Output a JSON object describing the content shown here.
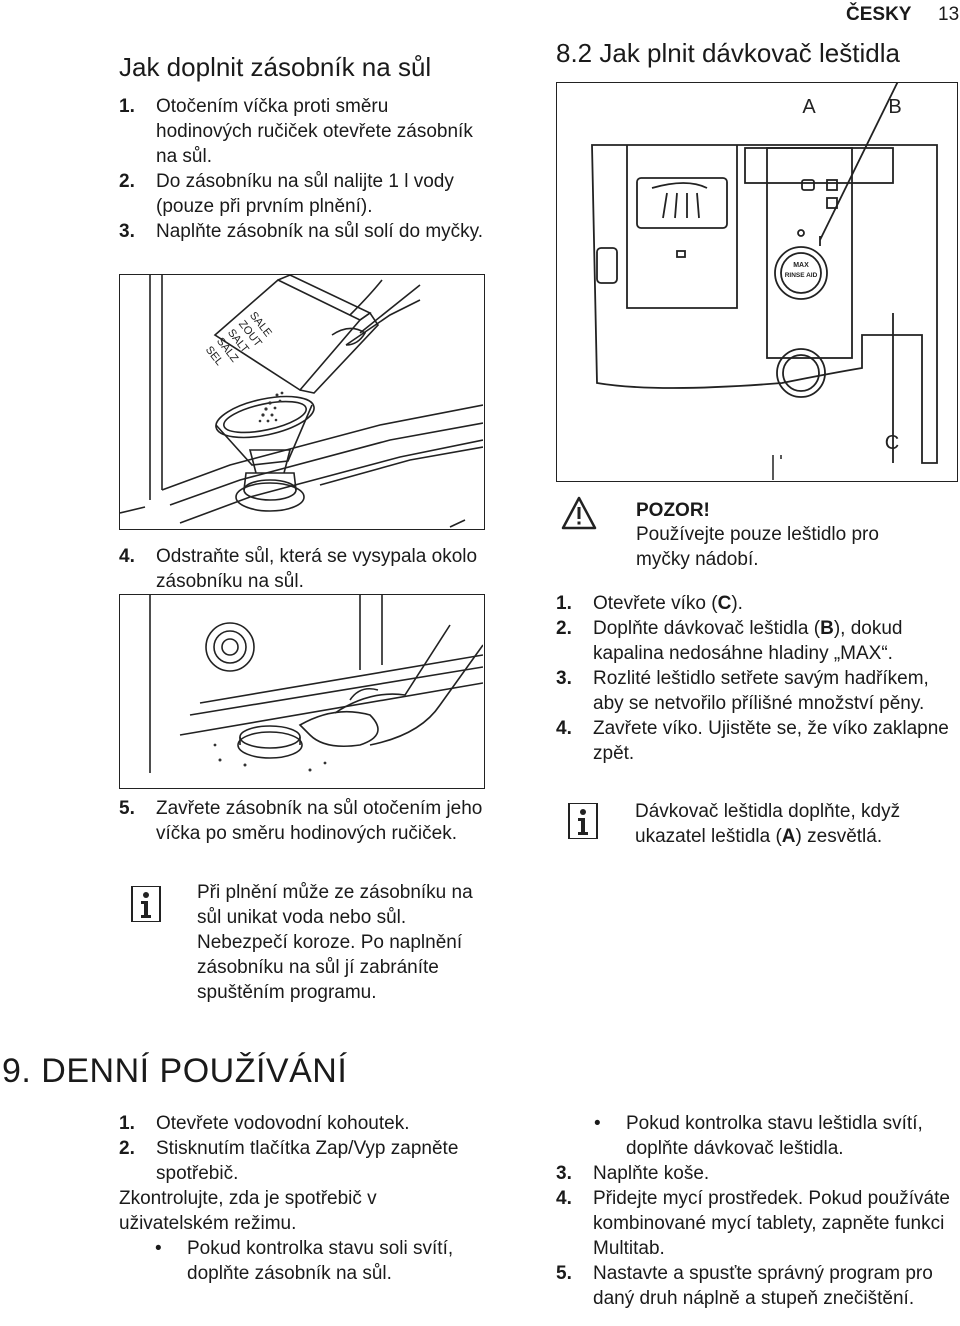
{
  "header": {
    "language": "ČESKY",
    "page_number": "13"
  },
  "salt": {
    "heading": "Jak doplnit zásobník na sůl",
    "steps": [
      {
        "num": "1.",
        "text": "Otočením víčka proti směru hodinových ručiček otevřete zásobník na sůl."
      },
      {
        "num": "2.",
        "text": "Do zásobníku na sůl nalijte 1 l vody (pouze při prvním plnění)."
      },
      {
        "num": "3.",
        "text": "Naplňte zásobník na sůl solí do myčky."
      },
      {
        "num": "4.",
        "text": "Odstraňte sůl, která se vysypala okolo zásobníku na sůl."
      },
      {
        "num": "5.",
        "text": "Zavřete zásobník na sůl otočením jeho víčka po směru hodinových ručiček."
      }
    ],
    "box_labels": [
      "SALE",
      "ZOUT",
      "SALT",
      "SALZ",
      "SEL"
    ],
    "info_note": "Při plnění může ze zásobníku na sůl unikat voda nebo sůl. Nebezpečí koroze. Po naplnění zásobníku na sůl jí zabráníte spuštěním programu."
  },
  "rinse": {
    "heading": "8.2 Jak plnit dávkovač leštidla",
    "figure_labels": {
      "a": "A",
      "b": "B",
      "c": "C",
      "max": "MAX",
      "rinse_aid": "RINSE AID"
    },
    "warning_title": "POZOR!",
    "warning_text": "Používejte pouze leštidlo pro myčky nádobí.",
    "steps": [
      {
        "num": "1.",
        "pre": "Otevřete víko (",
        "bold": "C",
        "post": ")."
      },
      {
        "num": "2.",
        "pre": "Doplňte dávkovač leštidla (",
        "bold": "B",
        "post": "), dokud kapalina nedosáhne hladiny „MAX“."
      },
      {
        "num": "3.",
        "pre": "Rozlité leštidlo setřete savým hadříkem, aby se netvořilo přílišné množství pěny.",
        "bold": "",
        "post": ""
      },
      {
        "num": "4.",
        "pre": "Zavřete víko. Ujistěte se, že víko zaklapne zpět.",
        "bold": "",
        "post": ""
      }
    ],
    "info_pre": "Dávkovač leštidla doplňte, když ukazatel leštidla (",
    "info_bold": "A",
    "info_post": ") zesvětlá."
  },
  "daily": {
    "heading": "9. DENNÍ POUŽÍVÁNÍ",
    "left_steps": [
      {
        "num": "1.",
        "text": "Otevřete vodovodní kohoutek."
      },
      {
        "num": "2.",
        "text": "Stisknutím tlačítka Zap/Vyp zapněte spotřebič."
      }
    ],
    "check_text": "Zkontrolujte, zda je spotřebič v uživatelském režimu.",
    "left_bullet": "Pokud kontrolka stavu soli svítí, doplňte zásobník na sůl.",
    "right_bullet": "Pokud kontrolka stavu leštidla svítí, doplňte dávkovač leštidla.",
    "right_steps": [
      {
        "num": "3.",
        "text": "Naplňte koše."
      },
      {
        "num": "4.",
        "text": "Přidejte mycí prostředek. Pokud používáte kombinované mycí tablety, zapněte funkci Multitab."
      },
      {
        "num": "5.",
        "text": "Nastavte a spusťte správný program pro daný druh náplně a stupeň znečištění."
      }
    ]
  }
}
